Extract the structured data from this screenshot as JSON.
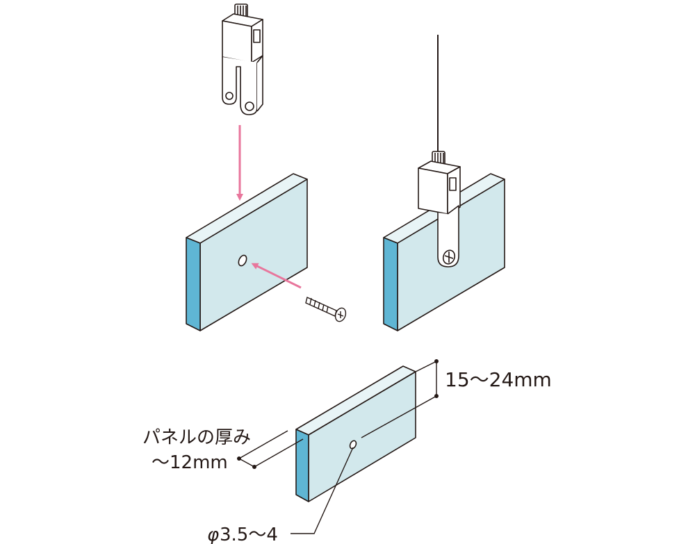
{
  "labels": {
    "height_range": "15〜24mm",
    "panel_thickness_line1": "パネルの厚み",
    "panel_thickness_line2": "〜12mm",
    "hole_diameter_symbol": "φ",
    "hole_diameter_value": "3.5〜4"
  },
  "colors": {
    "panel_face": "#d2e8ec",
    "panel_edge": "#5fb6d4",
    "panel_top": "#e8f4f6",
    "arrow": "#e8769c",
    "line": "#231815",
    "metal": "#ffffff"
  },
  "icons": [
    "hanger-clamp",
    "screw",
    "wire",
    "glass-panel",
    "arrow"
  ]
}
